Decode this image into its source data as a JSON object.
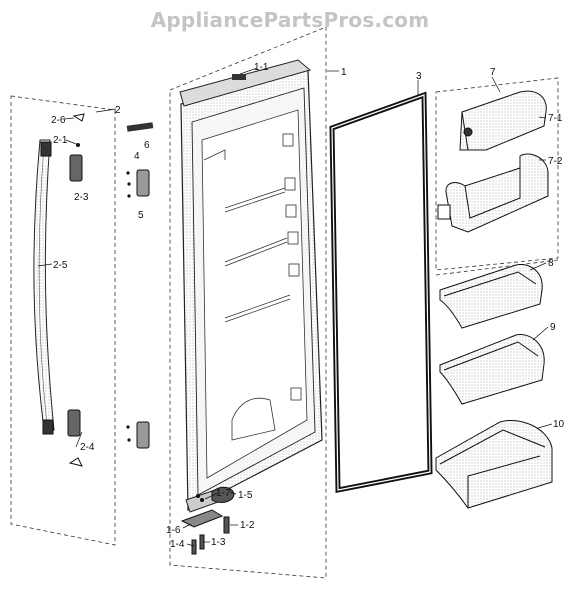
{
  "watermark": "AppliancePartsPros.com",
  "parts": {
    "p1": "1",
    "p1_1": "1-1",
    "p1_2": "1-2",
    "p1_3": "1-3",
    "p1_4": "1-4",
    "p1_5": "1-5",
    "p1_6": "1-6",
    "p1_7": "1-7",
    "p2": "2",
    "p2_1": "2-1",
    "p2_3": "2-3",
    "p2_4": "2-4",
    "p2_5": "2-5",
    "p2_6": "2-6",
    "p3": "3",
    "p4": "4",
    "p5": "5",
    "p6": "6",
    "p7": "7",
    "p7_1": "7-1",
    "p7_2": "7-2",
    "p8": "8",
    "p9": "9",
    "p10": "10"
  }
}
